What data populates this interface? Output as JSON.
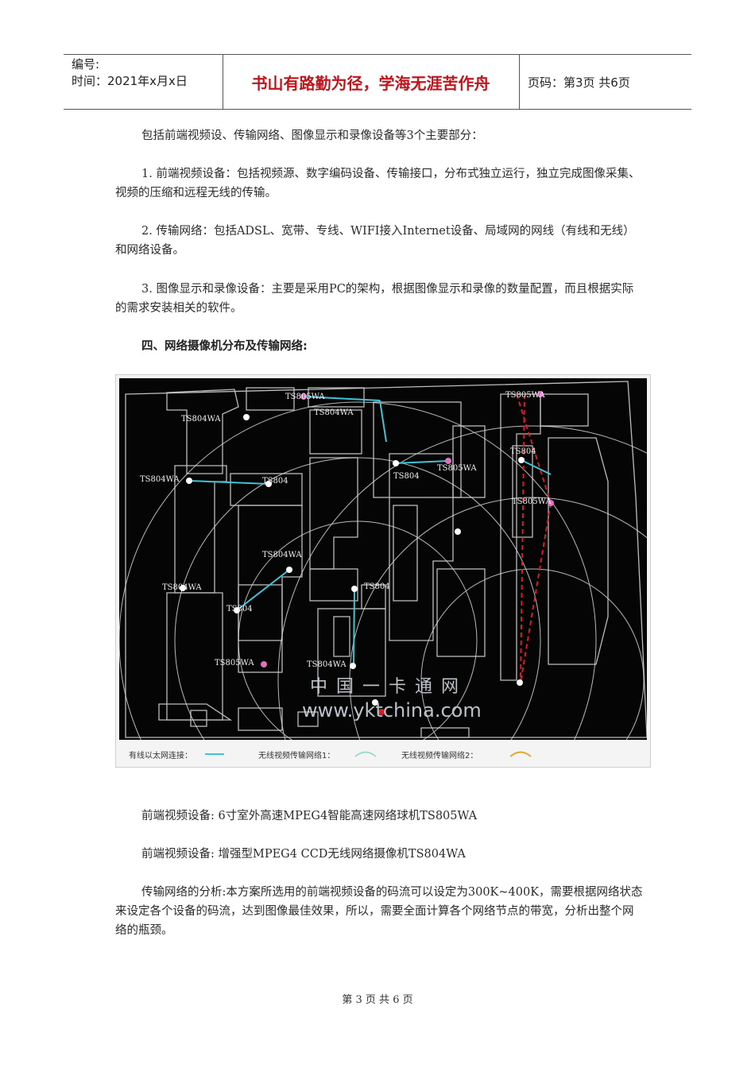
{
  "header": {
    "number_label": "编号:",
    "date_label": "时间：2021年x月x日",
    "motto": "书山有路勤为径，学海无涯苦作舟",
    "page_info": "页码：第3页  共6页"
  },
  "body": {
    "intro": "包括前端视频设、传输网络、图像显示和录像设备等3个主要部分：",
    "item1": "1. 前端视频设备：包括视频源、数字编码设备、传输接口，分布式独立运行，独立完成图像采集、视频的压缩和远程无线的传输。",
    "item2": "2. 传输网络：包括ADSL、宽带、专线、WIFI接入Internet设备、局域网的网线（有线和无线）和网络设备。",
    "item3": "3. 图像显示和录像设备：主要是采用PC的架构，根据图像显示和录像的数量配置，而且根据实际的需求安装相关的软件。",
    "section_heading": "四、网络摄像机分布及传输网络:",
    "device1": "前端视频设备: 6寸室外高速MPEG4智能高速网络球机TS805WA",
    "device2": "前端视频设备: 增强型MPEG4 CCD无线网络摄像机TS804WA",
    "analysis": "传输网络的分析:本方案所选用的前端视频设备的码流可以设定为300K~400K，需要根据网络状态来设定各个设备的码流，达到图像最佳效果，所以，需要全面计算各个网络节点的带宽，分析出整个网络的瓶颈。"
  },
  "figure": {
    "watermark_cn": "中 国 一 卡 通 网",
    "watermark_url": "www.yktchina.com",
    "labels": {
      "l1": "TS805WA",
      "l2": "TS804WA",
      "l3": "TS804WA",
      "l4": "TS804",
      "l5": "TS805WA",
      "l6": "TS805WA",
      "l7": "TS804",
      "l8": "TS805WA",
      "l9": "TS804WA",
      "l10": "TS804",
      "l11": "TS804WA",
      "l12": "TS804WA",
      "l13": "TS804",
      "l14": "TS805WA",
      "l15": "TS804WA",
      "l16": "TS804"
    },
    "legend": {
      "wired": "有线以太网连接：",
      "wireless1": "无线视频传输网络1：",
      "wireless2": "无线视频传输网络2："
    },
    "colors": {
      "wired": "#3fc4d8",
      "wireless1": "#9fd9d0",
      "wireless2": "#e2a72c",
      "accent": "#c0141b"
    }
  },
  "footer": {
    "page": "第 3 页 共 6 页"
  }
}
